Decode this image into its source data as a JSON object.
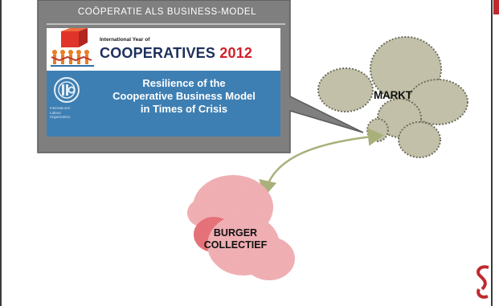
{
  "callout": {
    "title": "COÖPERATIE ALS BUSINESS-MODEL"
  },
  "banner": {
    "top_small": "International Year of",
    "top_main": "COOPERATIVES",
    "top_year": "2012",
    "subtitle_lines": [
      "Resilience of the",
      "Cooperative Business Model",
      "in Times of Crisis"
    ],
    "ilo_caption": "International Labour Organization"
  },
  "diagram": {
    "markt_label": "MARKT",
    "burger_line1": "BURGER",
    "burger_line2": "COLLECTIEF"
  },
  "colors": {
    "callout_fill": "#7f7f7f",
    "markt_fill": "#c2c0a8",
    "burger_fill": "#eda3a8",
    "burger_dark": "#e2636b",
    "arrow": "#a9b07a",
    "brand_red": "#c0282d"
  },
  "icons": {
    "cooperative_logo": "cooperatives-logo-icon",
    "ilo_logo": "ilo-logo-icon",
    "brand_mark": "brand-s-mark-icon"
  }
}
